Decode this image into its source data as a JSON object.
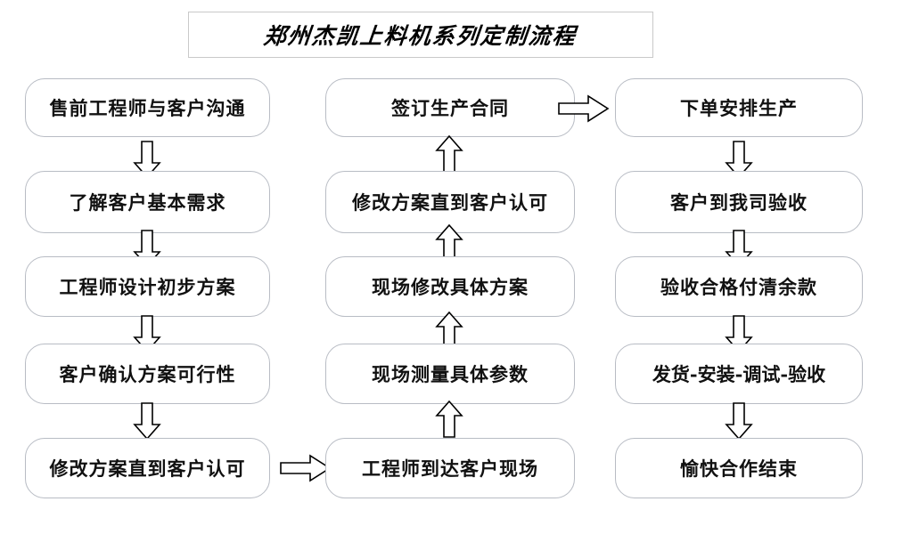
{
  "title": {
    "text": "郑州杰凯上料机系列定制流程"
  },
  "columns": [
    {
      "id": "column-1",
      "direction": "down",
      "nodes": [
        {
          "label": "售前工程师与客户沟通"
        },
        {
          "label": "了解客户基本需求"
        },
        {
          "label": "工程师设计初步方案"
        },
        {
          "label": "客户确认方案可行性"
        },
        {
          "label": "修改方案直到客户认可"
        }
      ]
    },
    {
      "id": "column-2",
      "direction": "up",
      "nodes": [
        {
          "label": "签订生产合同"
        },
        {
          "label": "修改方案直到客户认可"
        },
        {
          "label": "现场修改具体方案"
        },
        {
          "label": "现场测量具体参数"
        },
        {
          "label": "工程师到达客户现场"
        }
      ]
    },
    {
      "id": "column-3",
      "direction": "down",
      "nodes": [
        {
          "label": "下单安排生产"
        },
        {
          "label": "客户到我司验收"
        },
        {
          "label": "验收合格付清余款"
        },
        {
          "label": "发货-安装-调试-验收"
        },
        {
          "label": "愉快合作结束"
        }
      ]
    }
  ],
  "connectors": {
    "col1_to_col2": {
      "direction": "right"
    },
    "col2_to_col3": {
      "direction": "right"
    }
  },
  "colors": {
    "node_border": "#b8bcc4",
    "title_border": "#c9c9c9",
    "arrow_stroke": "#000000",
    "text": "#111111",
    "background": "#ffffff"
  }
}
